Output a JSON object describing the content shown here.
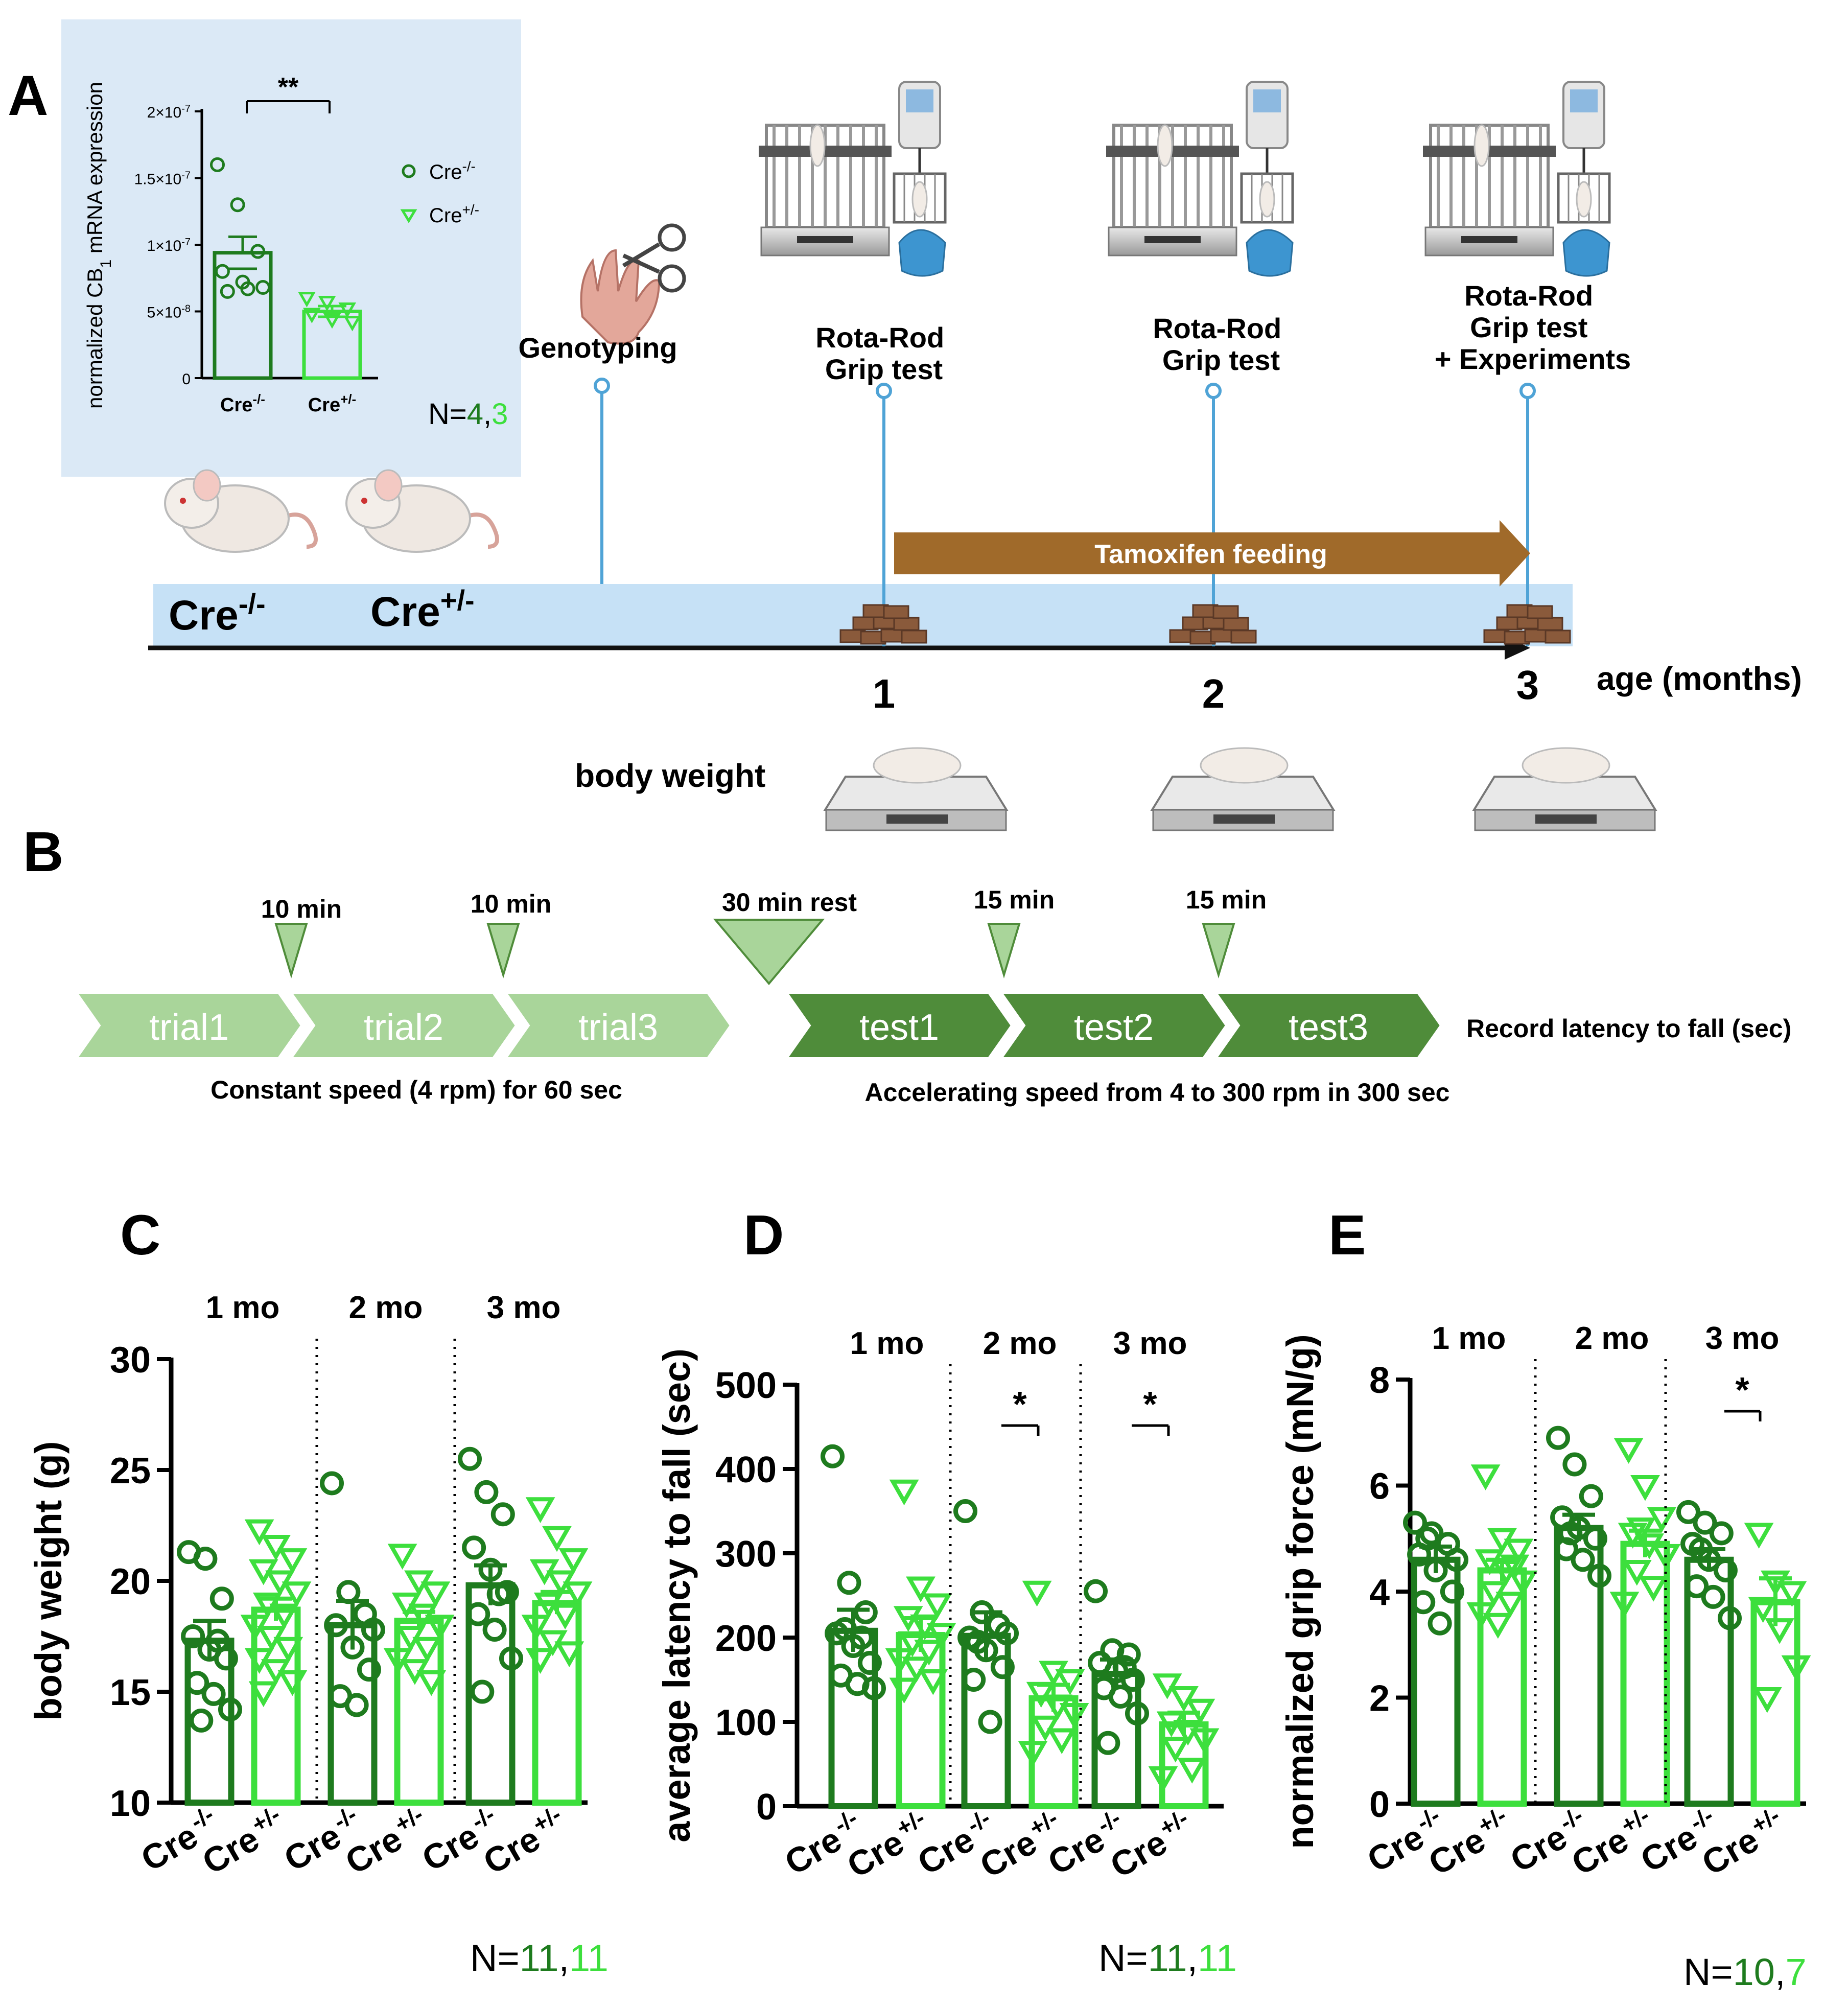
{
  "panels": {
    "a": "A",
    "b": "B",
    "c": "C",
    "d": "D",
    "e": "E"
  },
  "inset": {
    "ylabel_pre": "normalized CB",
    "ylabel_sub": "1",
    "ylabel_post": " mRNA expression",
    "ticks": [
      {
        "v": 0,
        "label": "0",
        "sup": ""
      },
      {
        "v": 5e-08,
        "label": "5×10",
        "sup": "-8"
      },
      {
        "v": 1e-07,
        "label": "1×10",
        "sup": "-7"
      },
      {
        "v": 1.5e-07,
        "label": "1.5×10",
        "sup": "-7"
      },
      {
        "v": 2e-07,
        "label": "2×10",
        "sup": "-7"
      }
    ],
    "significance": "**",
    "legend": [
      {
        "name": "Cre",
        "sup": "-/-",
        "marker": "circle",
        "color": "#1e7b1e"
      },
      {
        "name": "Cre",
        "sup": "+/-",
        "marker": "triangle",
        "color": "#3ddf3d"
      }
    ],
    "categories": [
      {
        "name": "Cre",
        "sup": "-/-"
      },
      {
        "name": "Cre",
        "sup": "+/-"
      }
    ],
    "n_label": "N=",
    "n_ko": "4",
    "n_sep": ",",
    "n_wt": "3"
  },
  "timeline": {
    "genotyping": "Genotyping",
    "milestone1": [
      "Rota-Rod",
      "Grip test"
    ],
    "milestone2": [
      "Rota-Rod",
      "Grip test"
    ],
    "milestone3": [
      "Rota-Rod",
      "Grip test",
      "+ Experiments"
    ],
    "tamoxifen": "Tamoxifen feeding",
    "groups": [
      {
        "name": "Cre",
        "sup": "-/-"
      },
      {
        "name": "Cre",
        "sup": "+/-"
      }
    ],
    "ticks": [
      "1",
      "2",
      "3"
    ],
    "axis_label": "age (months)",
    "body_weight": "body weight"
  },
  "protocol": {
    "trials": [
      "trial1",
      "trial2",
      "trial3"
    ],
    "tests": [
      "test1",
      "test2",
      "test3"
    ],
    "trial_gaps": [
      "10 min",
      "10 min"
    ],
    "rest": "30 min rest",
    "test_gaps": [
      "15 min",
      "15 min"
    ],
    "trial_caption": "Constant speed (4 rpm) for 60 sec",
    "test_caption": "Accelerating speed from 4 to 300 rpm in 300 sec",
    "record": "Record latency to fall (sec)"
  },
  "colors": {
    "ko": "#1e7b1e",
    "wt": "#3ddf3d",
    "panel_bg": "#dbe9f6",
    "timeline_bg": "#c6e1f6",
    "tamoxifen": "#a06a2a",
    "trial": "#a9d59a",
    "test": "#4f8c3a",
    "marker_line": "#4fa3d6"
  },
  "chart_data": [
    {
      "type": "bar",
      "title": "normalized CB1 mRNA expression",
      "categories": [
        "Cre-/-",
        "Cre+/-"
      ],
      "values": [
        9.4e-08,
        5e-08
      ],
      "sem": [
        1.2e-08,
        4e-09
      ],
      "points": [
        [
          1.6e-07,
          1.3e-07,
          9.5e-08,
          8e-08,
          7.2e-08,
          6.8e-08,
          6.5e-08,
          6.7e-08
        ],
        [
          6e-08,
          5.7e-08,
          5.2e-08,
          4.8e-08,
          4.4e-08,
          4.2e-08
        ]
      ],
      "ylim": [
        0,
        2e-07
      ],
      "grid": false
    },
    {
      "type": "bar",
      "ylabel": "body weight (g)",
      "groups": [
        "1 mo",
        "2 mo",
        "3 mo"
      ],
      "tick_labels": [
        {
          "name": "Cre",
          "sup": "-/-"
        },
        {
          "name": "Cre",
          "sup": "+/-"
        }
      ],
      "ylim": [
        10,
        30
      ],
      "ticks": [
        10,
        15,
        20,
        25,
        30
      ],
      "series": [
        {
          "group": "Cre-/-",
          "values": [
            17.3,
            18.0,
            19.8
          ],
          "sem": [
            0.9,
            1.1,
            0.9
          ]
        },
        {
          "group": "Cre+/-",
          "values": [
            18.7,
            18.2,
            19.0
          ],
          "sem": [
            0.5,
            0.4,
            0.5
          ]
        }
      ],
      "points": [
        [
          [
            21.3,
            21.0,
            19.2,
            17.5,
            16.9,
            16.5,
            15.4,
            14.9,
            14.2,
            13.7,
            17.3
          ],
          [
            22.3,
            21.6,
            21.0,
            20.5,
            20.0,
            19.5,
            19.0,
            18.5,
            18.0,
            17.5,
            17.0,
            16.5,
            16.0,
            15.5,
            15.0
          ]
        ],
        [
          [
            24.4,
            19.5,
            18.5,
            18.0,
            17.0,
            16.0,
            14.8,
            14.4,
            17.8
          ],
          [
            21.2,
            20.0,
            19.5,
            19.0,
            18.5,
            18.0,
            17.5,
            17.0,
            16.5,
            16.0,
            15.5
          ]
        ],
        [
          [
            25.5,
            24.0,
            23.0,
            21.5,
            20.5,
            19.5,
            18.5,
            17.8,
            16.5,
            15.0,
            19.4
          ],
          [
            23.3,
            22.0,
            21.0,
            20.5,
            20.0,
            19.5,
            19.0,
            18.5,
            18.0,
            17.3,
            16.8,
            16.5
          ]
        ]
      ],
      "significance": [
        "",
        "",
        ""
      ],
      "n_label": "N=",
      "n_ko": "11",
      "n_sep": ",",
      "n_wt": "11"
    },
    {
      "type": "bar",
      "ylabel": "average latency to fall (sec)",
      "groups": [
        "1 mo",
        "2 mo",
        "3 mo"
      ],
      "tick_labels": [
        {
          "name": "Cre",
          "sup": "-/-"
        },
        {
          "name": "Cre",
          "sup": "+/-"
        }
      ],
      "ylim": [
        0,
        500
      ],
      "ticks": [
        0,
        100,
        200,
        300,
        400,
        500
      ],
      "series": [
        {
          "group": "Cre-/-",
          "values": [
            208,
            202,
            157
          ],
          "sem": [
            25,
            28,
            17
          ]
        },
        {
          "group": "Cre+/-",
          "values": [
            203,
            128,
            97
          ],
          "sem": [
            20,
            16,
            14
          ]
        }
      ],
      "points": [
        [
          [
            415,
            265,
            230,
            205,
            190,
            170,
            155,
            145,
            140,
            210,
            200
          ],
          [
            375,
            260,
            240,
            225,
            215,
            205,
            195,
            185,
            175,
            165,
            150,
            140
          ]
        ],
        [
          [
            350,
            230,
            215,
            200,
            185,
            165,
            150,
            100,
            205,
            195
          ],
          [
            255,
            160,
            150,
            135,
            120,
            110,
            95,
            80,
            65
          ]
        ],
        [
          [
            255,
            185,
            180,
            170,
            160,
            150,
            140,
            130,
            110,
            75,
            165
          ],
          [
            145,
            130,
            115,
            100,
            90,
            80,
            70,
            45,
            35
          ]
        ]
      ],
      "significance": [
        "",
        "*",
        "*"
      ],
      "n_label": "N=",
      "n_ko": "11",
      "n_sep": ",",
      "n_wt": "11"
    },
    {
      "type": "bar",
      "ylabel": "normalized grip force (mN/g)",
      "groups": [
        "1 mo",
        "2 mo",
        "3 mo"
      ],
      "tick_labels": [
        {
          "name": "Cre",
          "sup": "-/-"
        },
        {
          "name": "Cre",
          "sup": "+/-"
        }
      ],
      "ylim": [
        0,
        8
      ],
      "ticks": [
        0,
        2,
        4,
        6,
        8
      ],
      "series": [
        {
          "group": "Cre-/-",
          "values": [
            4.6,
            5.2,
            4.6
          ],
          "sem": [
            0.25,
            0.25,
            0.2
          ]
        },
        {
          "group": "Cre+/-",
          "values": [
            4.4,
            4.9,
            3.8
          ],
          "sem": [
            0.2,
            0.25,
            0.45
          ]
        }
      ],
      "points": [
        [
          [
            5.3,
            5.1,
            4.9,
            4.7,
            4.4,
            4.0,
            3.8,
            3.4,
            4.6,
            5.0
          ],
          [
            6.2,
            5.0,
            4.8,
            4.6,
            4.4,
            4.2,
            4.0,
            3.8,
            3.6,
            3.4,
            4.5
          ]
        ],
        [
          [
            6.9,
            6.4,
            5.8,
            5.4,
            5.2,
            5.0,
            4.8,
            4.6,
            4.3,
            5.1
          ],
          [
            6.7,
            6.0,
            5.4,
            5.1,
            4.9,
            4.7,
            4.4,
            4.1,
            3.8,
            5.2
          ]
        ],
        [
          [
            5.5,
            5.3,
            5.1,
            4.9,
            4.6,
            4.4,
            4.1,
            3.9,
            3.5,
            4.8
          ],
          [
            5.1,
            4.2,
            4.0,
            3.7,
            3.3,
            2.6,
            2.0
          ]
        ]
      ],
      "significance": [
        "",
        "",
        "*"
      ],
      "n_label": "N=",
      "n_ko": "10",
      "n_sep": ",",
      "n_wt": "7"
    }
  ]
}
